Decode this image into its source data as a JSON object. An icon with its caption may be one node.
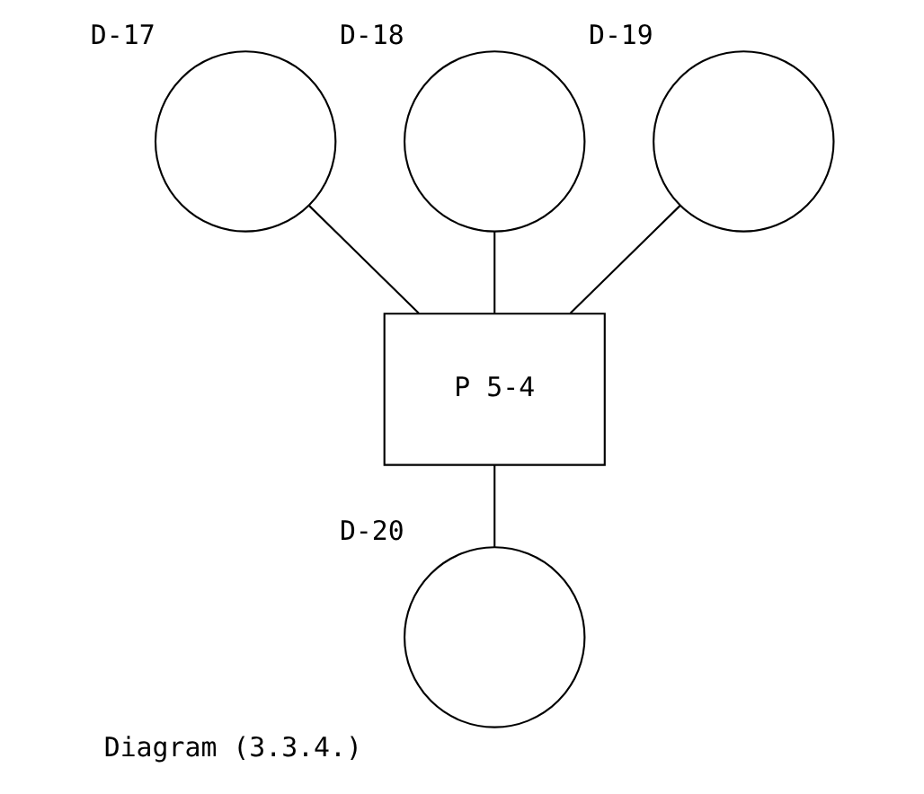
{
  "diagram": {
    "caption": "Diagram (3.3.4.)",
    "nodes": [
      {
        "text": [
          "D-17"
        ]
      },
      {
        "text": [
          "D-18"
        ]
      },
      {
        "text": [
          "D-19"
        ]
      },
      {
        "text": [
          "P 5-4"
        ]
      },
      {
        "text": [
          "D-20"
        ]
      }
    ],
    "edges": [
      {
        "from": 0,
        "to": 3,
        "arrow": "none"
      },
      {
        "from": 1,
        "to": 3,
        "arrow": "none"
      },
      {
        "from": 2,
        "to": 3,
        "arrow": "none"
      },
      {
        "from": 3,
        "to": 4,
        "arrow": "none"
      }
    ]
  }
}
